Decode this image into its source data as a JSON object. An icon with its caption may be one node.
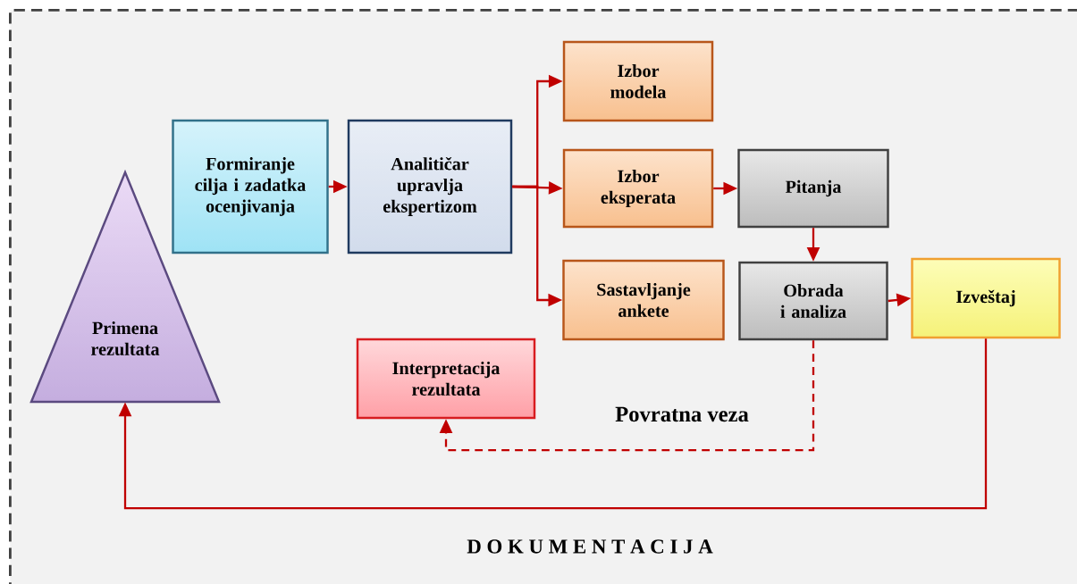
{
  "diagram": {
    "nodes": [
      {
        "text": [
          "D O K U M E N T A C I J A"
        ]
      },
      {
        "text": [
          "Formiranje cilja i zadatka ocenjivanja"
        ],
        "in": 0
      },
      {
        "text": [
          "Analitičar upravlja ekspertizom"
        ],
        "in": 0
      },
      {
        "text": [
          "Izbor modela"
        ],
        "in": 0
      },
      {
        "text": [
          "Izbor eksperata"
        ],
        "in": 0
      },
      {
        "text": [
          "Pitanja"
        ],
        "in": 0
      },
      {
        "text": [
          "Sastavljanje ankete"
        ],
        "in": 0
      },
      {
        "text": [
          "Obrada i analiza"
        ],
        "in": 0
      },
      {
        "text": [
          "Izveštaj"
        ],
        "in": 0
      },
      {
        "text": [
          "Interpretacija rezultata"
        ],
        "in": 0
      },
      {
        "text": [
          "Primena rezultata"
        ],
        "in": 0
      }
    ],
    "edges": [
      {
        "from": 1,
        "to": 2,
        "arrow": "to"
      },
      {
        "from": 2,
        "to": 3,
        "arrow": "to"
      },
      {
        "from": 2,
        "to": 4,
        "arrow": "to"
      },
      {
        "from": 2,
        "to": 6,
        "arrow": "to"
      },
      {
        "from": 4,
        "to": 5,
        "arrow": "to"
      },
      {
        "from": 5,
        "to": 7,
        "arrow": "to"
      },
      {
        "from": 7,
        "to": 8,
        "arrow": "to"
      },
      {
        "from": 7,
        "to": 9,
        "arrow": "to",
        "style": "dashed"
      },
      {
        "from": 8,
        "to": 10,
        "arrow": "to"
      }
    ],
    "labels": [
      "Povratna veza"
    ]
  }
}
